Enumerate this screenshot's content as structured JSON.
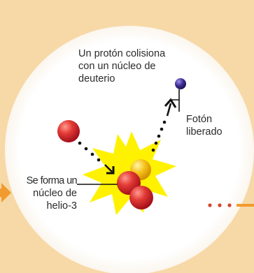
{
  "labels": {
    "proton_collision": [
      "Un protón colisiona",
      "con un núcleo de",
      "deuterio"
    ],
    "photon": [
      "Fotón",
      "liberado"
    ],
    "helium3": [
      "Se forma un",
      "núcleo de",
      "helio-3"
    ]
  },
  "colors": {
    "background": "#f7d9a7",
    "circle": "#ffffff",
    "proton_red": "#d8242b",
    "neutron_yellow": "#f2b400",
    "photon_purple": "#3b2a86",
    "flash": "#fff200",
    "arrow_orange": "#f19a2e",
    "dots_red": "#d6452a"
  },
  "icons": {
    "continue_left": "arrow-right-icon",
    "continue_right": "dotted-arrow-right-icon"
  }
}
